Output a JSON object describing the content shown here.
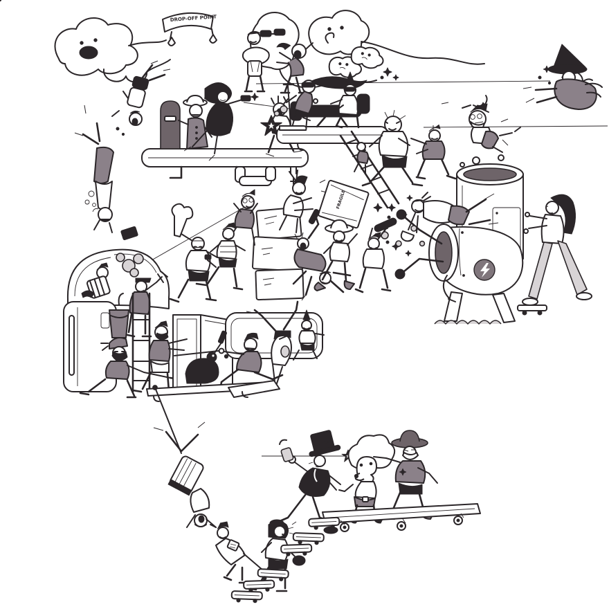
{
  "illustration": {
    "kind": "cartoon-crowd-battle-scene",
    "colors": {
      "background": "#ffffff",
      "ink": "#2b2629",
      "accent": "#8b8189",
      "light": "#d8d4d6",
      "dark": "#6e6469",
      "emblem": "#80767c"
    },
    "banner": {
      "text": "DROP-OFF POINT"
    },
    "crate": {
      "label": "FRAGILE"
    },
    "emblem": {
      "icon": "lightning-bolt"
    },
    "scenes": [
      {
        "name": "ghost-with-banner"
      },
      {
        "name": "ghost-carrying-man"
      },
      {
        "name": "ghost-snatching-man"
      },
      {
        "name": "small-ghost-trio"
      },
      {
        "name": "witch-yanked-by-rope"
      },
      {
        "name": "falling-man"
      },
      {
        "name": "handstand-faller"
      },
      {
        "name": "pipe-platform-brawl"
      },
      {
        "name": "scooter-rider-and-bazooka-gunner"
      },
      {
        "name": "scaffold-ladder"
      },
      {
        "name": "chase-pair"
      },
      {
        "name": "grinning-jumper"
      },
      {
        "name": "chimney-vacuum-with-nozzle"
      },
      {
        "name": "man-stuffed-in-nozzle"
      },
      {
        "name": "star-thrower"
      },
      {
        "name": "woman-pushing-vacuum"
      },
      {
        "name": "crate-fight"
      },
      {
        "name": "wrestler-with-bone"
      },
      {
        "name": "striped-runner"
      },
      {
        "name": "car-wash-van"
      },
      {
        "name": "pirate-swinger"
      },
      {
        "name": "door-sword-duel"
      },
      {
        "name": "handstand-kicker"
      },
      {
        "name": "mohawk-window-jumper"
      },
      {
        "name": "rope-human-chain"
      },
      {
        "name": "grabbed-runner-woman"
      },
      {
        "name": "tophat-bandit"
      },
      {
        "name": "sheriff-and-poodle-on-plank"
      },
      {
        "name": "scattered-mini-skateboards"
      }
    ]
  }
}
